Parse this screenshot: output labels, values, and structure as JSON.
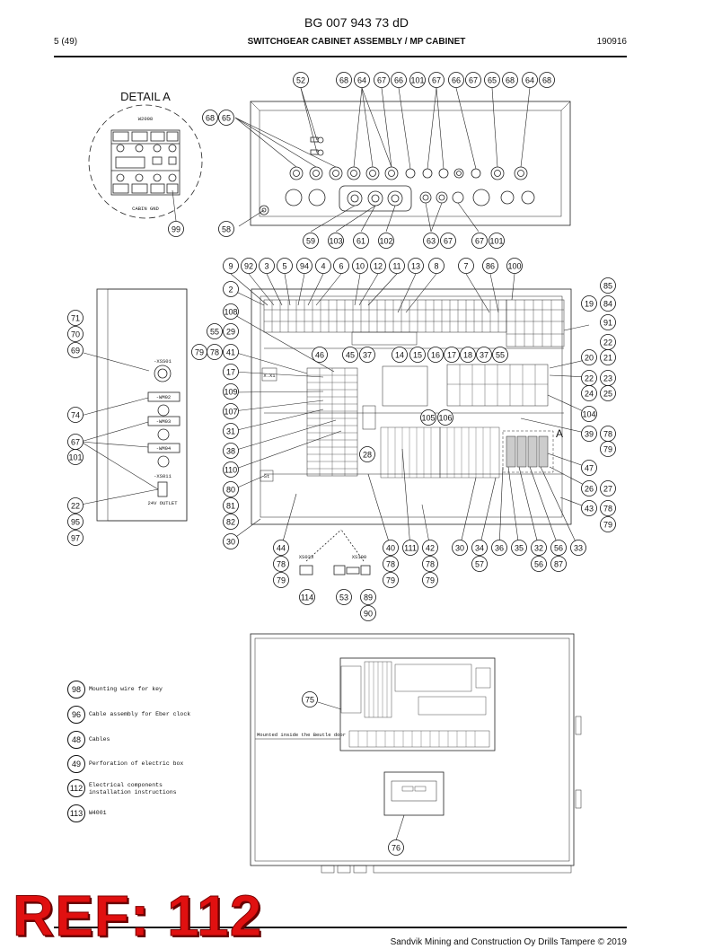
{
  "header": {
    "doc_number": "BG 007 943 73 dD",
    "page": "5 (49)",
    "title": "SWITCHGEAR CABINET ASSEMBLY / MP CABINET",
    "date": "190916"
  },
  "footer": {
    "copyright": "Sandvik Mining and Construction Oy Drills Tampere © 2019",
    "ref_stamp": "REF: 112"
  },
  "detail": {
    "title": "DETAIL A",
    "top_label": "W2008",
    "bottom_label": "CABIN GND",
    "marker": "A"
  },
  "door": {
    "switch_label": "-XSS01",
    "wm_labels": [
      "-WM02",
      "-WM03",
      "-WM04"
    ],
    "outlet_label": "-XS011",
    "outlet_text": "24V OUTLET"
  },
  "plugs": {
    "left_label": "XS033",
    "right_label": "XS100"
  },
  "box_note": "Mounted inside the Beutle door",
  "terminal_labels": {
    "xs1": "X.X1",
    "st": "St"
  },
  "legend": [
    {
      "num": "98",
      "text": "Mounting wire for key"
    },
    {
      "num": "96",
      "text": "Cable assembly for Eber clock"
    },
    {
      "num": "48",
      "text": "Cables"
    },
    {
      "num": "49",
      "text": "Perforation of electric box"
    },
    {
      "num": "112",
      "text": "Electrical components\ninstallation instructions"
    },
    {
      "num": "113",
      "text": "W4001"
    }
  ],
  "callouts": {
    "c52": "52",
    "c68a": "68",
    "c64a": "64",
    "c67a": "67",
    "c66a": "66",
    "c101a": "101",
    "c67b": "67",
    "c66b": "66",
    "c67c": "67",
    "c65a": "65",
    "c68b": "68",
    "c64b": "64",
    "c68c": "68",
    "c68d": "68",
    "c65b": "65",
    "c58": "58",
    "c99": "99",
    "c59": "59",
    "c103": "103",
    "c61": "61",
    "c102": "102",
    "c63": "63",
    "c67d": "67",
    "c67e": "67",
    "c101b": "101",
    "c9": "9",
    "c92": "92",
    "c3": "3",
    "c5": "5",
    "c94": "94",
    "c4": "4",
    "c6": "6",
    "c10": "10",
    "c12": "12",
    "c11": "11",
    "c13": "13",
    "c8": "8",
    "c7": "7",
    "c86": "86",
    "c100": "100",
    "c2": "2",
    "c85": "85",
    "c19": "19",
    "c84": "84",
    "c71": "71",
    "c70": "70",
    "c69": "69",
    "c108": "108",
    "c91": "91",
    "c55a": "55",
    "c29": "29",
    "c79a": "79",
    "c78a": "78",
    "c41": "41",
    "c46": "46",
    "c45": "45",
    "c37a": "37",
    "c14": "14",
    "c15": "15",
    "c16": "16",
    "c17a": "17",
    "c18": "18",
    "c37b": "37",
    "c55b": "55",
    "c22a": "22",
    "c20": "20",
    "c21": "21",
    "c22b": "22",
    "c23": "23",
    "c24": "24",
    "c25": "25",
    "c17b": "17",
    "c109": "109",
    "c74": "74",
    "c107": "107",
    "c104": "104",
    "c105": "105",
    "c106": "106",
    "c31": "31",
    "c39": "39",
    "c78b": "78",
    "c79b": "79",
    "c67f": "67",
    "c101c": "101",
    "c38": "38",
    "c28": "28",
    "c110": "110",
    "c47": "47",
    "c80": "80",
    "c26": "26",
    "c27": "27",
    "c22c": "22",
    "c81": "81",
    "c43": "43",
    "c78c": "78",
    "c95": "95",
    "c82": "82",
    "c79c": "79",
    "c97": "97",
    "c30a": "30",
    "c44": "44",
    "c40": "40",
    "c111": "111",
    "c42": "42",
    "c30b": "30",
    "c34": "34",
    "c36": "36",
    "c35": "35",
    "c32": "32",
    "c56a": "56",
    "c33": "33",
    "c78d": "78",
    "c78e": "78",
    "c78f": "78",
    "c57": "57",
    "c56b": "56",
    "c87": "87",
    "c79d": "79",
    "c79e": "79",
    "c79f": "79",
    "c114": "114",
    "c53": "53",
    "c89": "89",
    "c90": "90",
    "c75": "75",
    "c76": "76"
  }
}
